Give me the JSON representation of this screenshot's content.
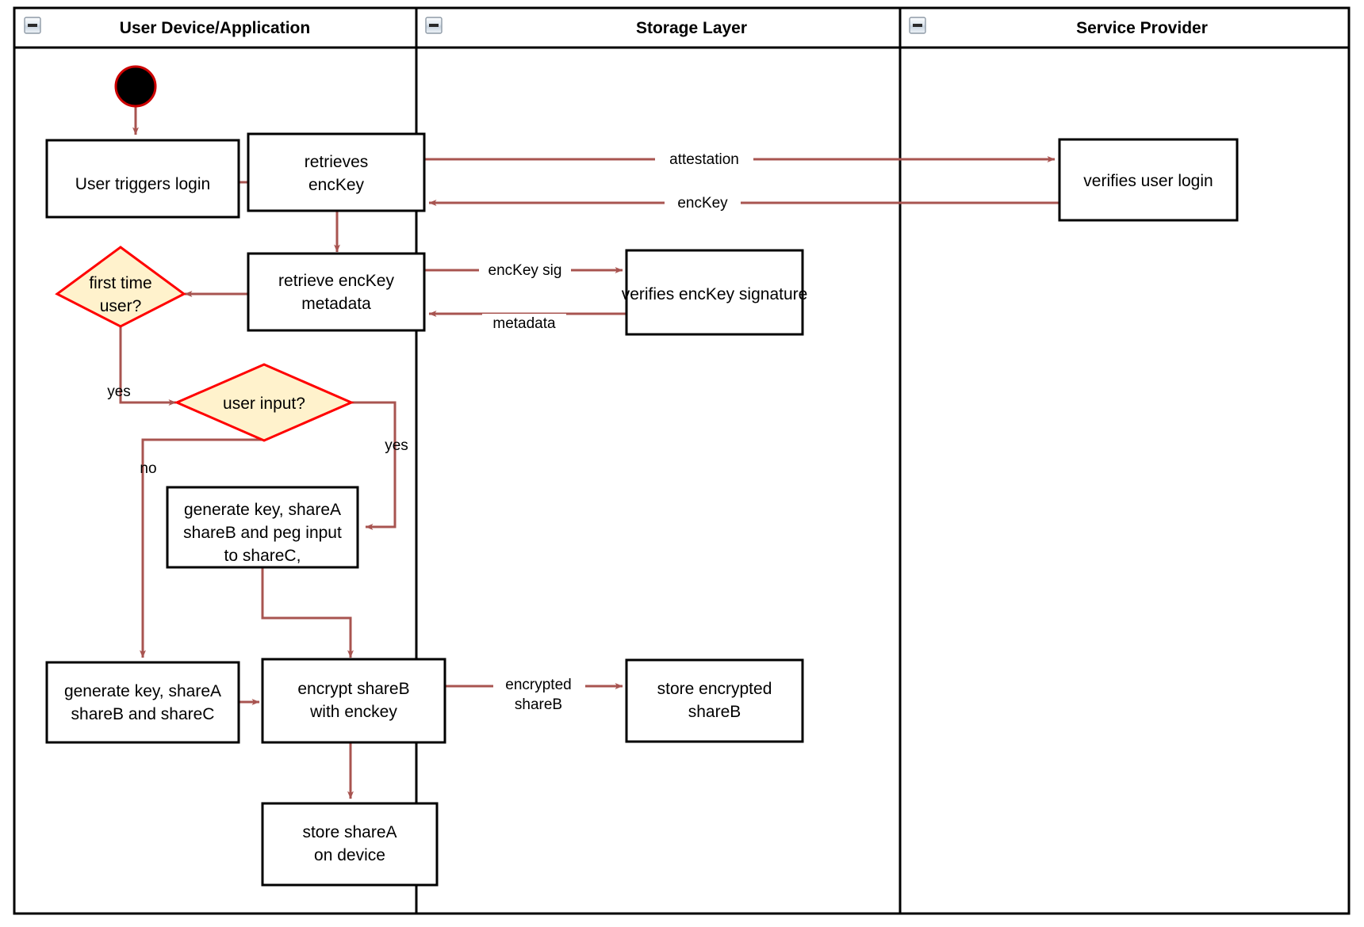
{
  "diagram": {
    "title": "Login and key-share provisioning activity diagram",
    "colors": {
      "edge": "#a85450",
      "decision_fill": "#fff2cc",
      "decision_stroke": "#ff0000",
      "node_stroke": "#000000",
      "node_fill": "#ffffff",
      "start_fill": "#000000",
      "start_stroke": "#cc0000",
      "lane_border": "#000000"
    },
    "lanes": [
      {
        "id": "lane-user-device",
        "label": "User Device/Application",
        "collapse_icon": "collapse-minus-icon"
      },
      {
        "id": "lane-storage",
        "label": "Storage Layer",
        "collapse_icon": "collapse-minus-icon"
      },
      {
        "id": "lane-service-provider",
        "label": "Service Provider",
        "collapse_icon": "collapse-minus-icon"
      }
    ],
    "nodes": [
      {
        "id": "start",
        "type": "start",
        "label": ""
      },
      {
        "id": "user-triggers-login",
        "type": "action",
        "lines": [
          "User triggers login"
        ]
      },
      {
        "id": "retrieves-enckey",
        "type": "action",
        "lines": [
          "retrieves",
          "encKey"
        ]
      },
      {
        "id": "retrieve-enckey-metadata",
        "type": "action",
        "lines": [
          "retrieve encKey",
          "metadata"
        ]
      },
      {
        "id": "first-time-user",
        "type": "decision",
        "lines": [
          "first time",
          "user?"
        ]
      },
      {
        "id": "user-input",
        "type": "decision",
        "lines": [
          "user input?"
        ]
      },
      {
        "id": "generate-key-peg",
        "type": "action",
        "lines": [
          "generate key, shareA",
          "shareB and peg input",
          "to shareC,"
        ]
      },
      {
        "id": "generate-key-shares",
        "type": "action",
        "lines": [
          "generate key, shareA",
          "shareB and shareC"
        ]
      },
      {
        "id": "encrypt-shareb",
        "type": "action",
        "lines": [
          "encrypt shareB",
          "with enckey"
        ]
      },
      {
        "id": "store-shareA",
        "type": "action",
        "lines": [
          "store shareA",
          "on device"
        ]
      },
      {
        "id": "verifies-enckey-signature",
        "type": "action",
        "lines": [
          "verifies encKey signature"
        ]
      },
      {
        "id": "store-encrypted-shareb",
        "type": "action",
        "lines": [
          "store encrypted",
          "shareB"
        ]
      },
      {
        "id": "verifies-user-login",
        "type": "action",
        "lines": [
          "verifies user login"
        ]
      }
    ],
    "edge_labels": {
      "attestation": "attestation",
      "enckey": "encKey",
      "enckey_sig": "encKey sig",
      "metadata": "metadata",
      "encrypted_shareb_l1": "encrypted",
      "encrypted_shareb_l2": "shareB",
      "yes_first_time": "yes",
      "yes_user_input": "yes",
      "no_user_input": "no"
    }
  }
}
